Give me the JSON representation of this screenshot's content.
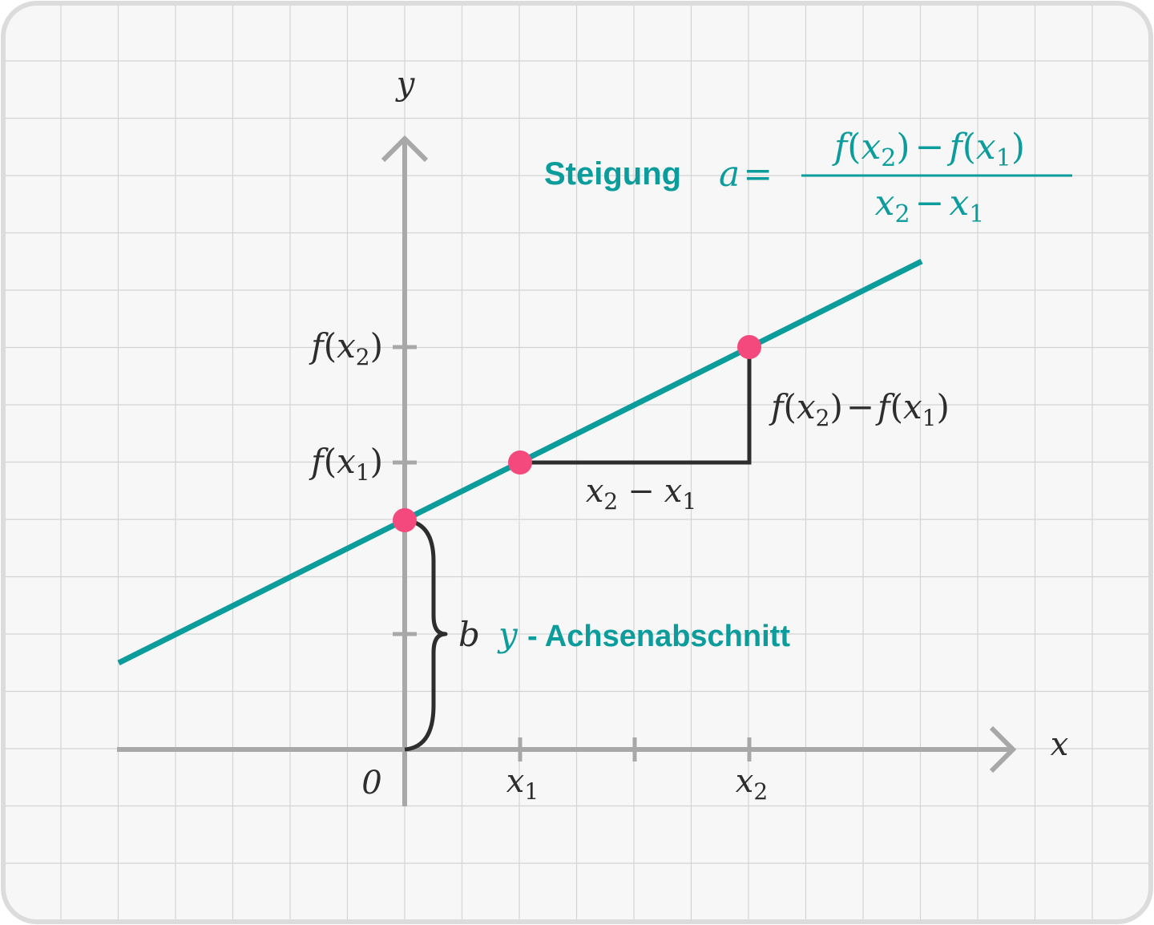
{
  "axes": {
    "x_label": "x",
    "y_label": "y",
    "origin_label": "0",
    "x_ticks": [
      {
        "base": "x",
        "sub": "1"
      },
      {
        "base": "x",
        "sub": "2"
      }
    ],
    "y_ticks": [
      {
        "fn": "f",
        "open": "(",
        "base": "x",
        "sub": "2",
        "close": ")"
      },
      {
        "fn": "f",
        "open": "(",
        "base": "x",
        "sub": "1",
        "close": ")"
      }
    ]
  },
  "slope": {
    "title": "Steigung",
    "lhs": "a",
    "equals": "=",
    "numerator": {
      "f1": "f",
      "p1": "(",
      "x1": "x",
      "s1": "2",
      "c1": ")",
      "minus": "−",
      "f2": "f",
      "p2": "(",
      "x2": "x",
      "s2": "1",
      "c2": ")"
    },
    "denominator": {
      "x1": "x",
      "s1": "2",
      "minus": "−",
      "x2": "x",
      "s2": "1"
    }
  },
  "triangle": {
    "rise_label": {
      "f1": "f",
      "p1": "(",
      "x1": "x",
      "s1": "2",
      "c1": ")",
      "minus": "−",
      "f2": "f",
      "p2": "(",
      "x2": "x",
      "s2": "1",
      "c2": ")"
    },
    "run_label": {
      "x1": "x",
      "s1": "2",
      "minus": "−",
      "x2": "x",
      "s2": "1"
    }
  },
  "intercept": {
    "symbol": "b",
    "var": "y",
    "text": "- Achsenabschnitt"
  },
  "colors": {
    "line": "#0c9c9c",
    "points": "#f3497d",
    "axis": "#a8a8a8",
    "ink": "#2d2d2d",
    "grid": "#d4d4d4",
    "frame": "#dcdcdc",
    "background": "#f7f7f7"
  }
}
